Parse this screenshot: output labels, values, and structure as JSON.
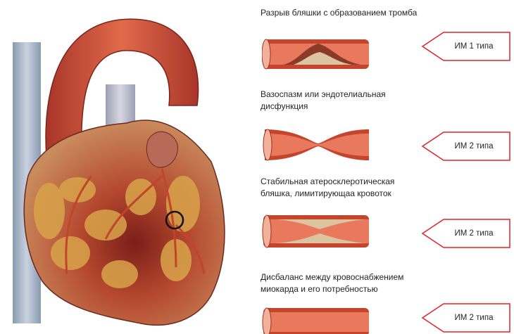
{
  "rows": [
    {
      "caption": "Разрыв бляшки с образованием тромба",
      "tag": "ИМ 1 типа"
    },
    {
      "caption": "Вазоспазм или эндотелиальная дисфункция",
      "tag": "ИМ 2 типа"
    },
    {
      "caption": "Стабильная атеросклеротическая бляшка, лимитирующаа кровоток",
      "tag": "ИМ 2 типа"
    },
    {
      "caption": "Дисбаланс между кровоснабжением миокарда и его потребностью",
      "tag": "ИМ 2 типа"
    }
  ],
  "colors": {
    "accent": "#e0242c",
    "vessel_wall": "#c4452c",
    "vessel_lumen": "#e8795c",
    "plaque": "#dcc4a0",
    "heart_red": "#b83a2e",
    "fat": "#d8a44a"
  }
}
